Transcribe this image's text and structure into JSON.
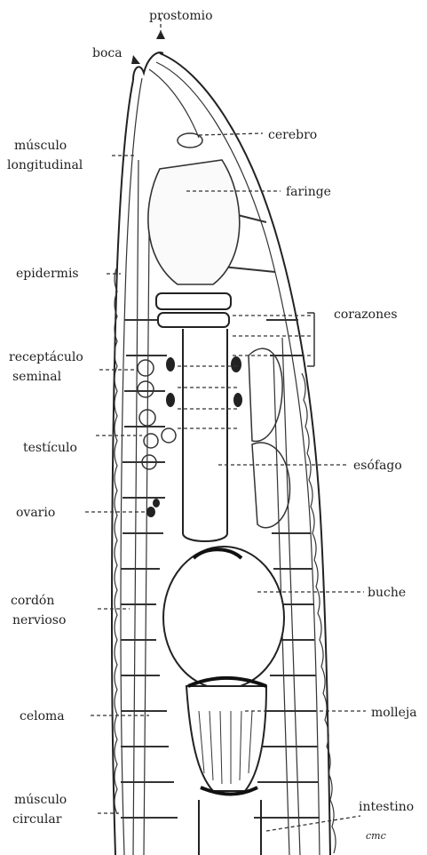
{
  "labels": {
    "prostomio": "prostomio",
    "boca": "boca",
    "cerebro": "cerebro",
    "musculo_long_1": "músculo",
    "musculo_long_2": "longitudinal",
    "faringe": "faringe",
    "epidermis": "epidermis",
    "corazones": "corazones",
    "receptaculo_1": "receptáculo",
    "receptaculo_2": "seminal",
    "testiculo": "testículo",
    "esofago": "esófago",
    "ovario": "ovario",
    "cordon_1": "cordón",
    "cordon_2": "nervioso",
    "buche": "buche",
    "celoma": "celoma",
    "molleja": "molleja",
    "musculo_circ_1": "músculo",
    "musculo_circ_2": "circular",
    "intestino": "intestino",
    "signature": "cmc"
  }
}
